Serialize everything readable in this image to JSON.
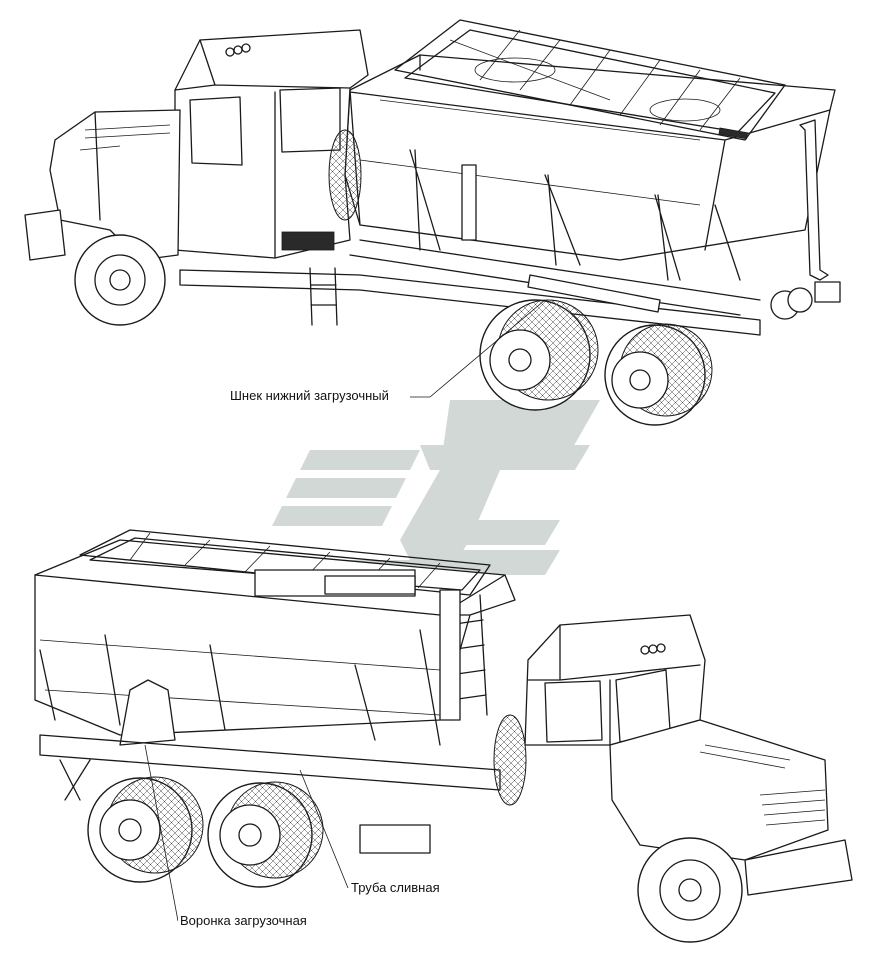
{
  "labels": {
    "auger": "Шнек нижний загрузочный",
    "drain_pipe": "Труба сливная",
    "hopper": "Воронка загрузочная"
  },
  "colors": {
    "line": "#1a1a1a",
    "background": "#ffffff",
    "watermark": "#c9d2cf"
  }
}
